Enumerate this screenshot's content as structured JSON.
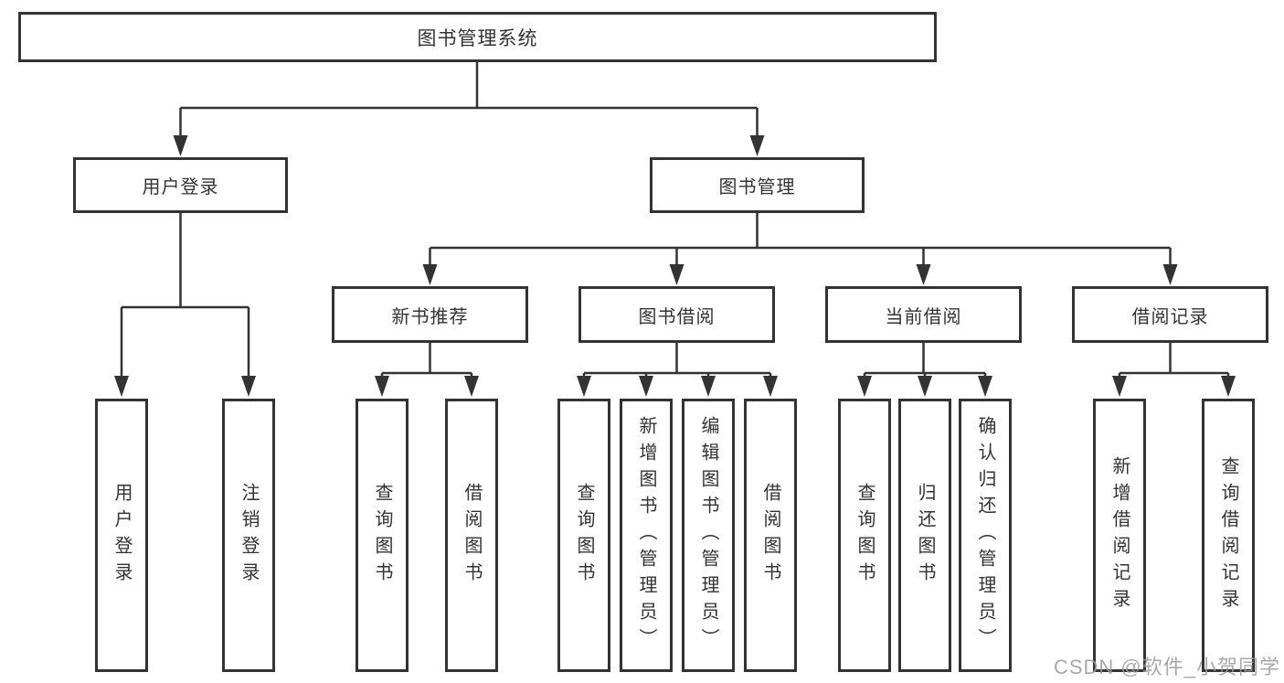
{
  "diagram": {
    "root": {
      "label": "图书管理系统"
    },
    "branches": [
      {
        "label": "用户登录",
        "children": [
          {
            "label": "用户登录"
          },
          {
            "label": "注销登录"
          }
        ]
      },
      {
        "label": "图书管理",
        "groups": [
          {
            "label": "新书推荐",
            "children": [
              {
                "label": "查询图书"
              },
              {
                "label": "借阅图书"
              }
            ]
          },
          {
            "label": "图书借阅",
            "children": [
              {
                "label": "查询图书"
              },
              {
                "label": "新增图书（管理员）"
              },
              {
                "label": "编辑图书（管理员）"
              },
              {
                "label": "借阅图书"
              }
            ]
          },
          {
            "label": "当前借阅",
            "children": [
              {
                "label": "查询图书"
              },
              {
                "label": "归还图书"
              },
              {
                "label": "确认归还（管理员）"
              }
            ]
          },
          {
            "label": "借阅记录",
            "children": [
              {
                "label": "新增借阅记录"
              },
              {
                "label": "查询借阅记录"
              }
            ]
          }
        ]
      }
    ]
  },
  "watermark": {
    "text": "CSDN @软件_小贺同学"
  },
  "colors": {
    "line": "#333333",
    "text": "#333333",
    "background": "#ffffff",
    "watermark": "#9b9b9b"
  }
}
